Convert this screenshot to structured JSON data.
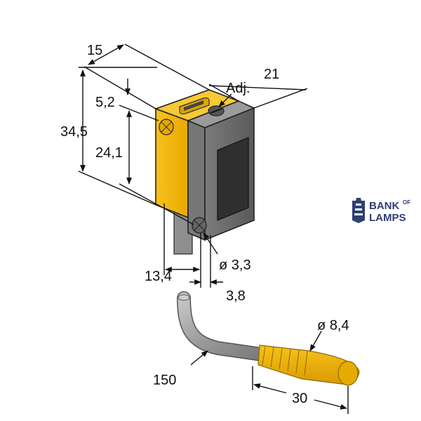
{
  "dimensions": {
    "width_top": "15",
    "depth_top": "21",
    "adjust_label": "Adj.",
    "mount_offset": "5,2",
    "height_total": "34,5",
    "hole_spacing": "24,1",
    "hole_diameter": "ø 3,3",
    "base_width": "13,4",
    "hole_offset": "3,8",
    "cable_diameter": "ø 8,4",
    "cable_length": "150",
    "connector_length": "30"
  },
  "logo": {
    "line1": "BANK",
    "line1_small": "OF",
    "line2": "LAMPS"
  },
  "colors": {
    "housing_yellow": "#f4b400",
    "housing_gray": "#6e6e6e",
    "lens_dark": "#2f2f2f",
    "cable_gray": "#a9a9a9",
    "logo_blue": "#2e3f73"
  }
}
